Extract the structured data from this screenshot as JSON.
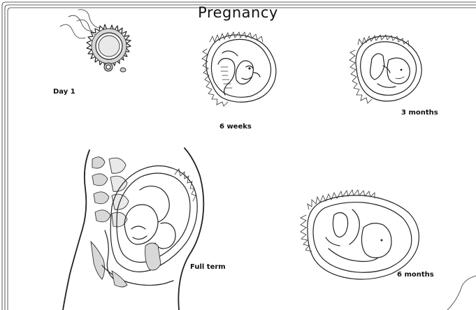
{
  "title": "Pregnancy",
  "stages": [
    {
      "label": "Day 1"
    },
    {
      "label": "6 weeks"
    },
    {
      "label": "3 months"
    },
    {
      "label": "Full term"
    },
    {
      "label": "6 months"
    }
  ]
}
